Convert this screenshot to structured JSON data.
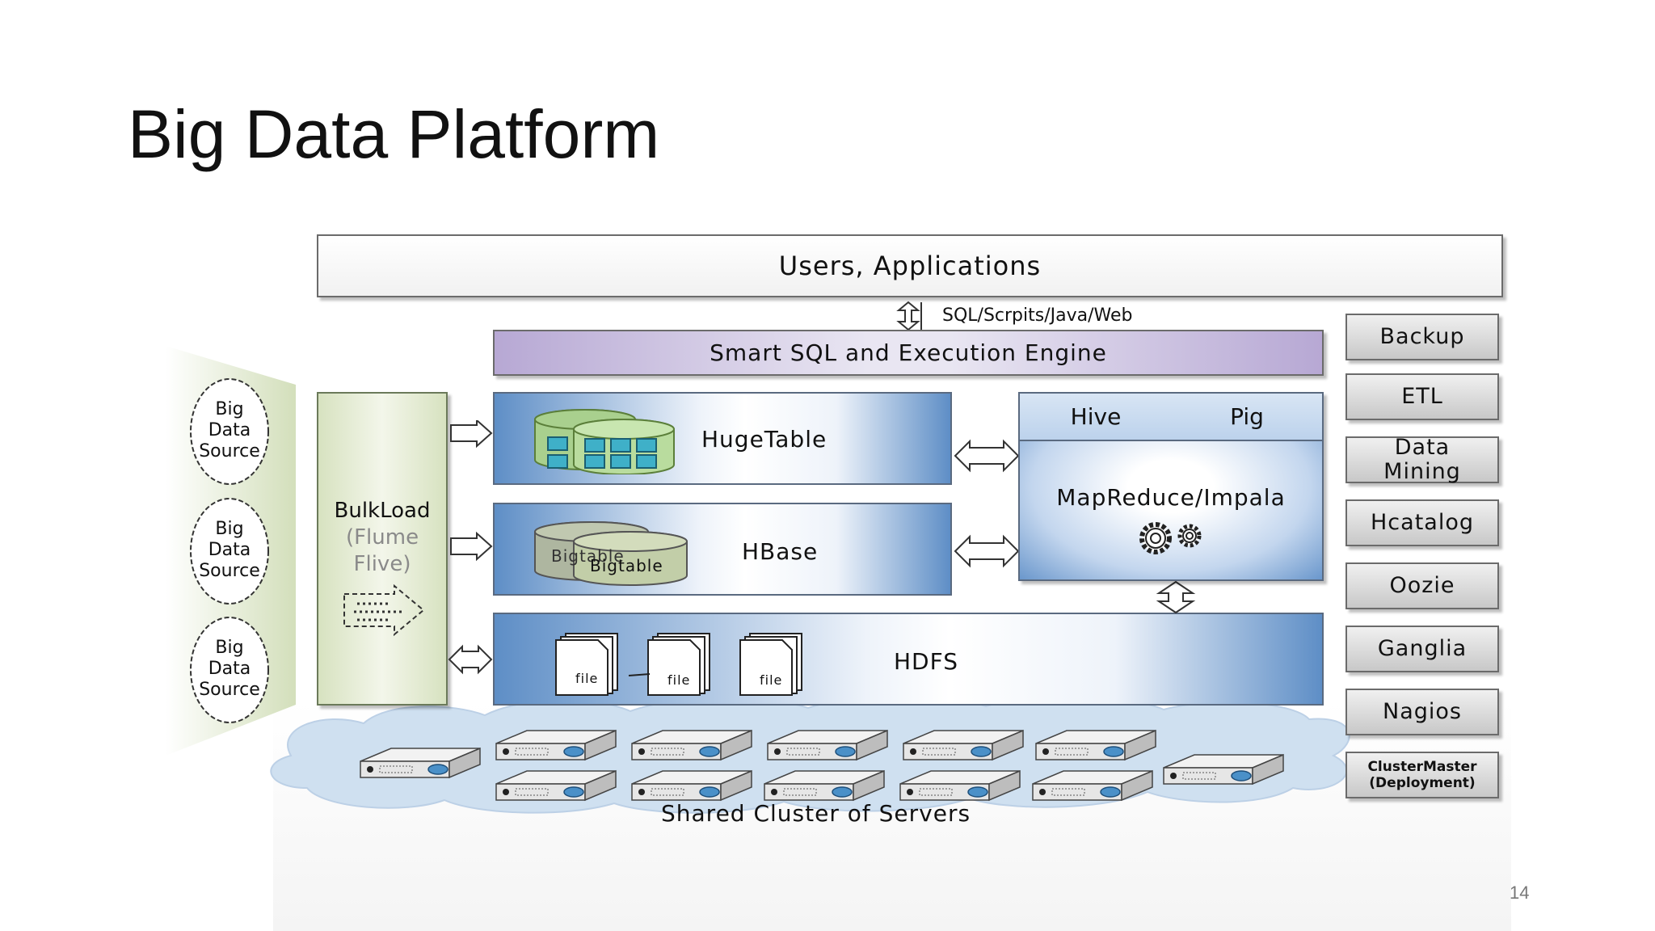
{
  "slide": {
    "title": "Big Data Platform",
    "page_number": "14"
  },
  "diagram": {
    "users_layer": "Users, Applications",
    "interface_label": "SQL/Scrpits/Java/Web",
    "engine_layer": "Smart SQL and Execution Engine",
    "hugetable": "HugeTable",
    "hbase": "HBase",
    "hbase_db_back": "Bigtable",
    "hbase_db_front": "Bigtable",
    "hdfs": "HDFS",
    "hdfs_files": [
      "file",
      "file",
      "file"
    ],
    "hive": "Hive",
    "pig": "Pig",
    "mapreduce": "MapReduce/Impala",
    "bulkload": {
      "title": "BulkLoad",
      "sub1": "(Flume",
      "sub2": "Flive)"
    },
    "sources": [
      {
        "line1": "Big",
        "line2": "Data",
        "line3": "Source"
      },
      {
        "line1": "Big",
        "line2": "Data",
        "line3": "Source"
      },
      {
        "line1": "Big",
        "line2": "Data",
        "line3": "Source"
      }
    ],
    "side_tools": [
      {
        "line1": "Backup",
        "line2": ""
      },
      {
        "line1": "ETL",
        "line2": ""
      },
      {
        "line1": "Data",
        "line2": "Mining"
      },
      {
        "line1": "Hcatalog",
        "line2": ""
      },
      {
        "line1": "Oozie",
        "line2": ""
      },
      {
        "line1": "Ganglia",
        "line2": ""
      },
      {
        "line1": "Nagios",
        "line2": ""
      },
      {
        "line1": "ClusterMaster",
        "line2": "(Deployment)"
      }
    ],
    "cluster_label": "Shared Cluster of Servers"
  },
  "colors": {
    "engine": "#b7a8d4",
    "blue_layer": "#5e8ec6",
    "bulkload": "#d7e2c0",
    "cluster_cloud": "#cfe0f0",
    "side_tool": "#c8c8c8"
  }
}
